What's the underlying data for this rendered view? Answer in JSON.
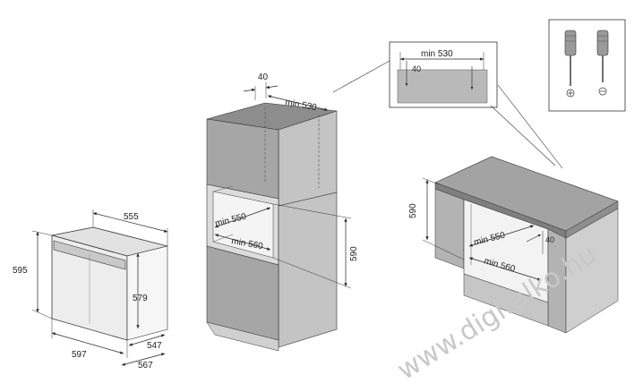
{
  "oven": {
    "top_width": "555",
    "front_height": "595",
    "inner_height": "579",
    "front_width": "597",
    "depth_inner": "547",
    "depth_total": "567"
  },
  "tall_cabinet": {
    "vent_width": "40",
    "top_depth": "min 530",
    "niche_depth": "min 550",
    "niche_width": "min 560",
    "niche_height": "590"
  },
  "detail": {
    "depth_label": "min 530",
    "vent_label": "40"
  },
  "base_cabinet": {
    "niche_height": "590",
    "niche_depth": "min 550",
    "vent_label": "40",
    "niche_width": "min 560"
  },
  "tools": {
    "items": [
      "phillips-screwdriver-icon",
      "flathead-screwdriver-icon"
    ]
  },
  "watermark": "www.digitalko.hu",
  "colors": {
    "panel_dark": "#9e9e9e",
    "panel_mid": "#b5b5b5",
    "panel_light": "#d6d6d6",
    "line": "#333333"
  }
}
